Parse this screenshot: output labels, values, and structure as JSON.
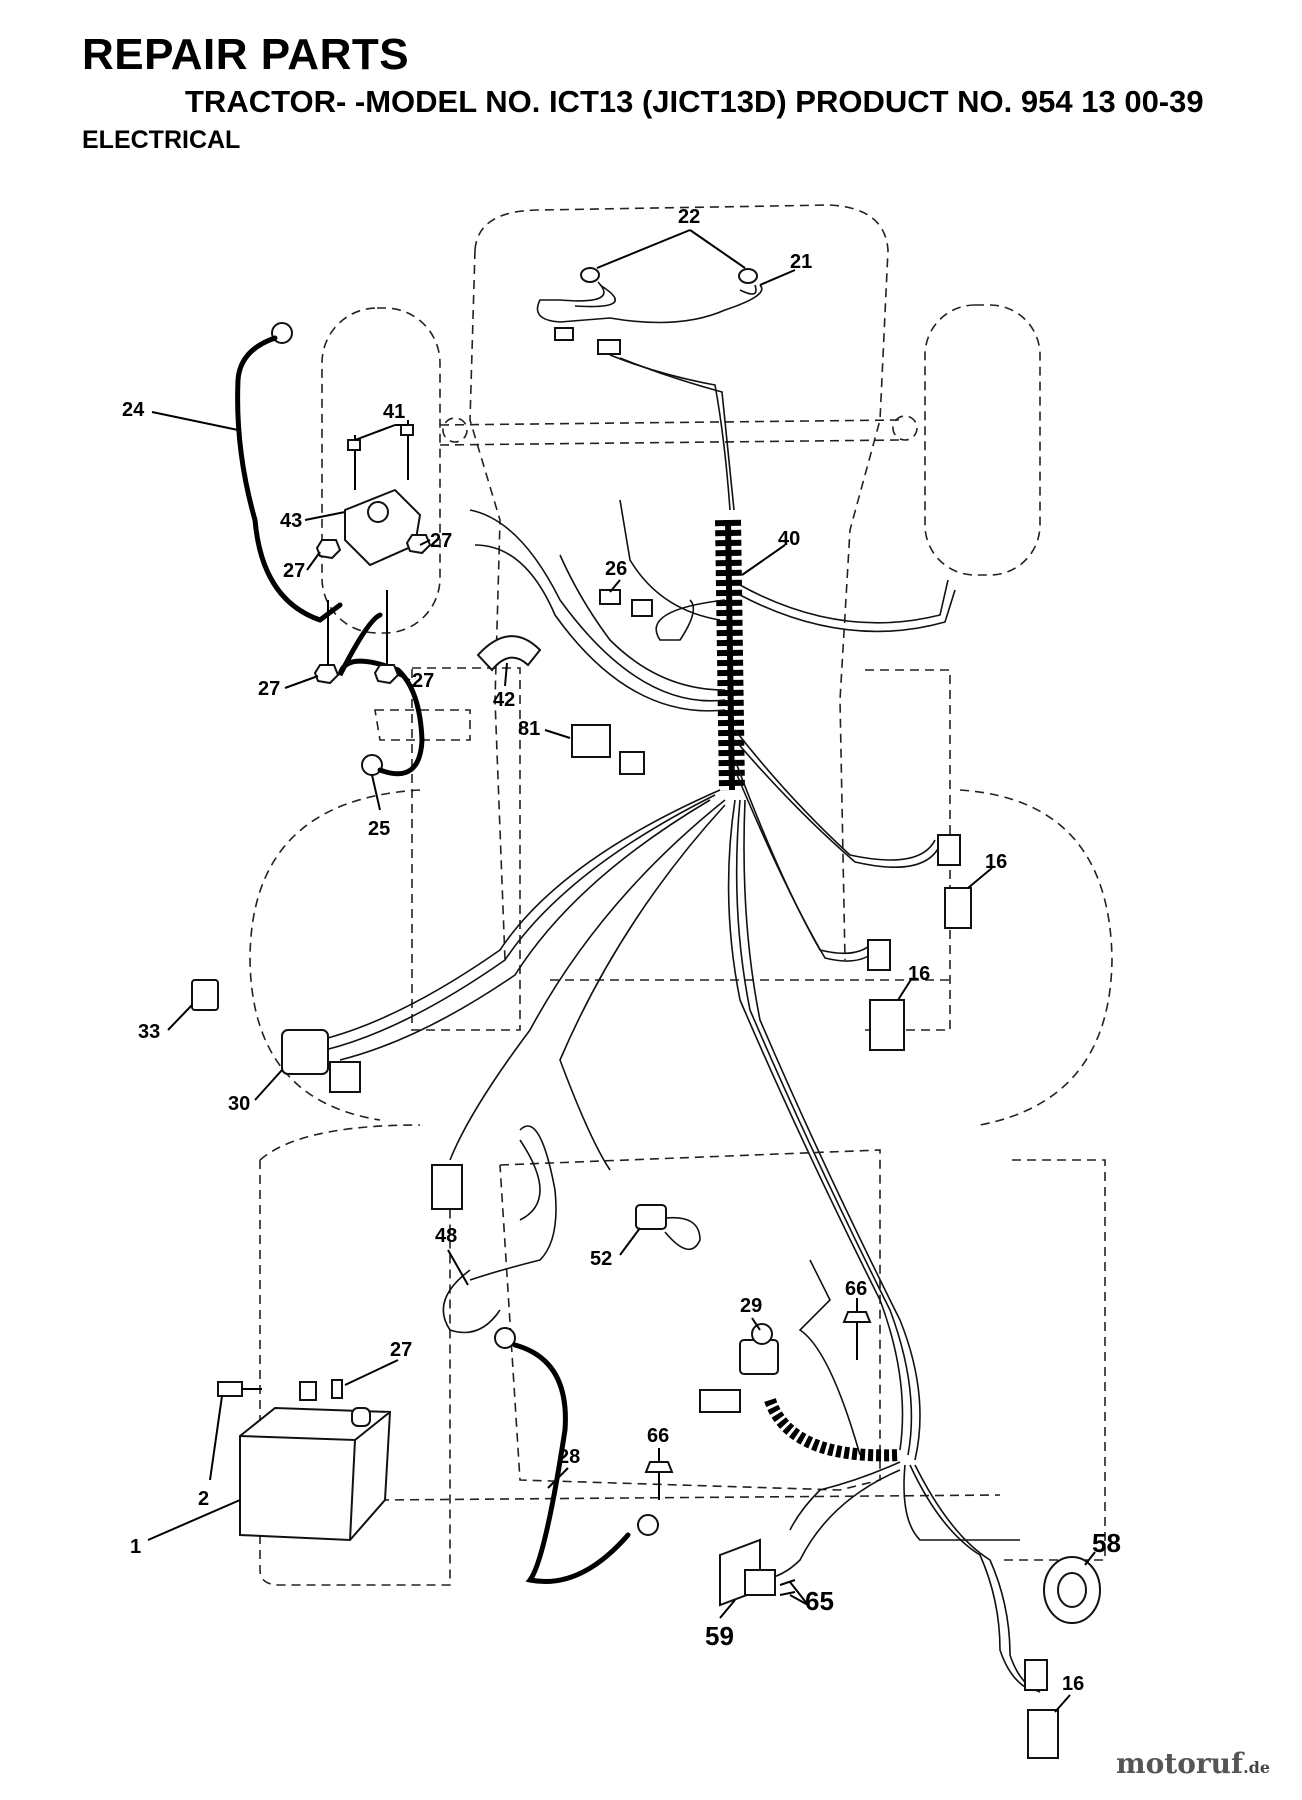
{
  "header": {
    "title": "REPAIR PARTS",
    "subtitle": "TRACTOR- -MODEL NO. ICT13 (JICT13D) PRODUCT NO. 954 13 00-39",
    "section": "ELECTRICAL"
  },
  "watermark": {
    "brand": "motoruf",
    "suffix": ".de"
  },
  "callouts": [
    {
      "id": "c22",
      "label": "22"
    },
    {
      "id": "c21",
      "label": "21"
    },
    {
      "id": "c24",
      "label": "24"
    },
    {
      "id": "c41",
      "label": "41"
    },
    {
      "id": "c43",
      "label": "43"
    },
    {
      "id": "c27a",
      "label": "27"
    },
    {
      "id": "c27b",
      "label": "27"
    },
    {
      "id": "c27c",
      "label": "27"
    },
    {
      "id": "c27d",
      "label": "27"
    },
    {
      "id": "c40",
      "label": "40"
    },
    {
      "id": "c26",
      "label": "26"
    },
    {
      "id": "c42",
      "label": "42"
    },
    {
      "id": "c81",
      "label": "81"
    },
    {
      "id": "c25",
      "label": "25"
    },
    {
      "id": "c16a",
      "label": "16"
    },
    {
      "id": "c16b",
      "label": "16"
    },
    {
      "id": "c33",
      "label": "33"
    },
    {
      "id": "c30",
      "label": "30"
    },
    {
      "id": "c48",
      "label": "48"
    },
    {
      "id": "c52",
      "label": "52"
    },
    {
      "id": "c29",
      "label": "29"
    },
    {
      "id": "c66a",
      "label": "66"
    },
    {
      "id": "c27e",
      "label": "27"
    },
    {
      "id": "c2",
      "label": "2"
    },
    {
      "id": "c1",
      "label": "1"
    },
    {
      "id": "c28",
      "label": "28"
    },
    {
      "id": "c66b",
      "label": "66"
    },
    {
      "id": "c58",
      "label": "58"
    },
    {
      "id": "c65",
      "label": "65"
    },
    {
      "id": "c59",
      "label": "59"
    },
    {
      "id": "c16c",
      "label": "16"
    }
  ]
}
